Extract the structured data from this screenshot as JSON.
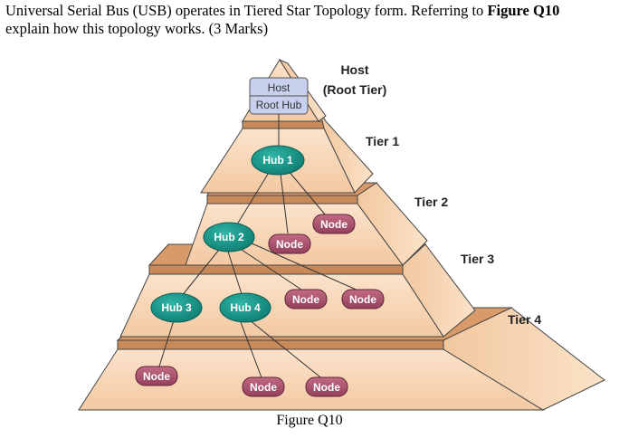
{
  "question": {
    "text_before": "Universal Serial Bus (USB) operates in Tiered Star Topology form. Referring to ",
    "figure_ref": "Figure Q10",
    "text_after": "explain how this topology works. (3 Marks)"
  },
  "diagram": {
    "host_box": {
      "top": "Host",
      "bottom": "Root Hub"
    },
    "tier_labels": {
      "host": "Host",
      "host_sub": "(Root Tier)",
      "tier1": "Tier 1",
      "tier2": "Tier 2",
      "tier3": "Tier 3",
      "tier4": "Tier 4"
    },
    "hubs": {
      "hub1": "Hub 1",
      "hub2": "Hub 2",
      "hub3": "Hub 3",
      "hub4": "Hub 4"
    },
    "node_label": "Node",
    "colors": {
      "hub": "#1a9488",
      "node": "#a8506a",
      "tier_top": "#f6d3b2",
      "tier_front": "#f0c096",
      "tier_side": "#e8b584",
      "tier_rim": "#c98a5a",
      "host_box": "#c7d0ec"
    }
  },
  "caption": "Figure Q10"
}
